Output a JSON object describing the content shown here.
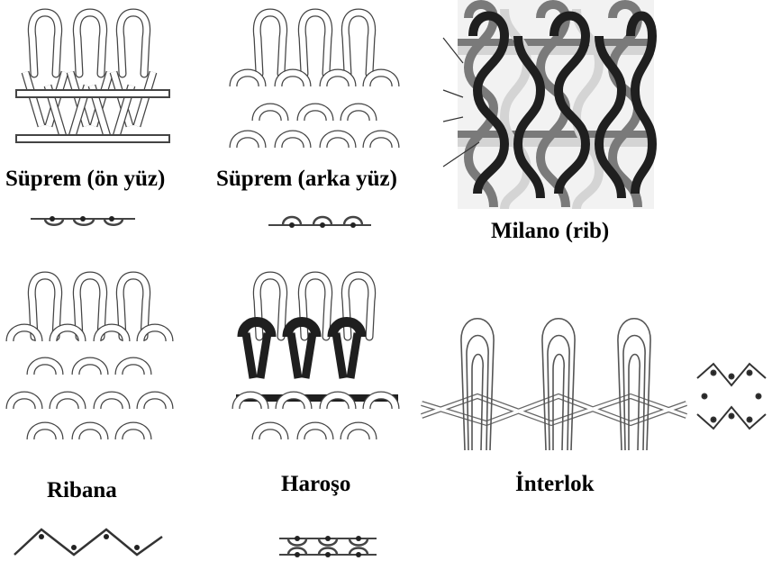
{
  "labels": {
    "suprem_front": "Süprem (ön yüz)",
    "suprem_back": "Süprem (arka yüz)",
    "milano": "Milano (rib)",
    "ribana": "Ribana",
    "haroso": "Haroşo",
    "interlok": "İnterlok"
  },
  "colors": {
    "ink": "#444444",
    "dark_yarn": "#1f1f1f",
    "mid_yarn": "#7a7a7a",
    "light_yarn": "#d4d4d4",
    "milano_bg": "#f2f2f2"
  }
}
